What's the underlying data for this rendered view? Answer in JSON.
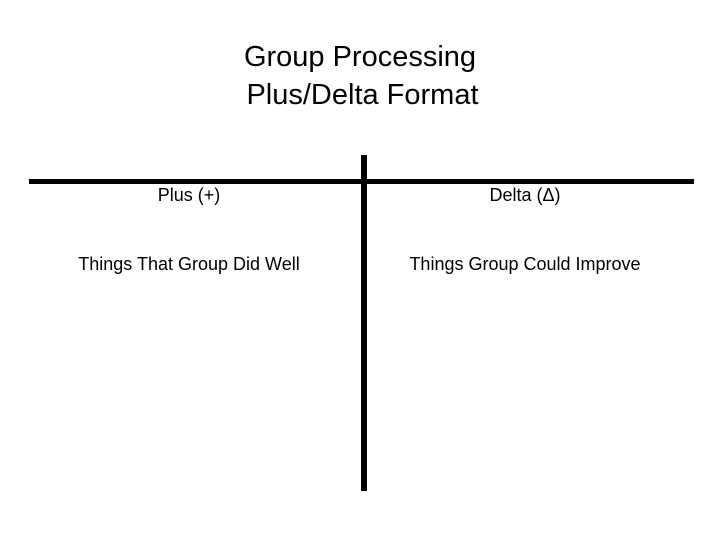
{
  "slide": {
    "title": {
      "line1": "Group Processing",
      "line2": "Plus/Delta Format"
    },
    "columns": [
      {
        "key": "plus",
        "heading": "Plus (+)",
        "subheading": "Things That Group Did Well",
        "symbol": "+",
        "entries": []
      },
      {
        "key": "delta",
        "heading": "Delta (Δ)",
        "subheading": "Things Group Could Improve",
        "symbol": "Δ",
        "entries": []
      }
    ],
    "rules": {
      "horizontal_label": "header-underline",
      "vertical_label": "column-divider"
    },
    "colors": {
      "background": "#ffffff",
      "ink": "#000000",
      "rule": "#000000"
    }
  }
}
